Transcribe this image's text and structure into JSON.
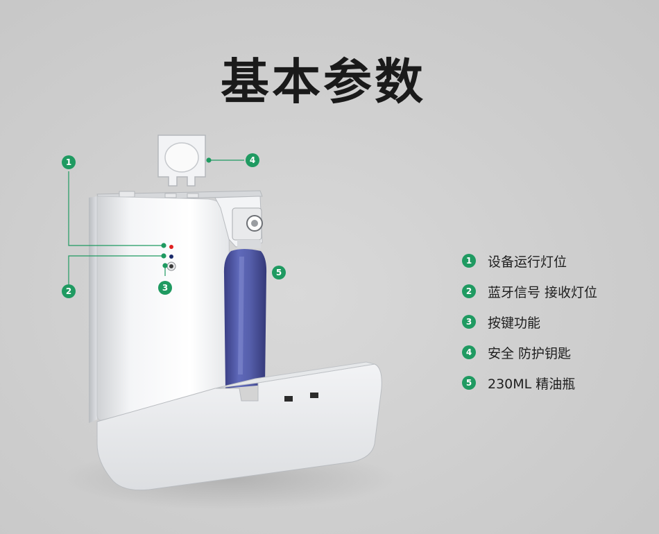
{
  "title": "基本参数",
  "callouts": [
    {
      "num": "1",
      "label": "设备运行灯位"
    },
    {
      "num": "2",
      "label": "蓝牙信号 接收灯位"
    },
    {
      "num": "3",
      "label": "按键功能"
    },
    {
      "num": "4",
      "label": "安全 防护钥匙"
    },
    {
      "num": "5",
      "label": "230ML 精油瓶"
    }
  ],
  "colors": {
    "accent": "#1f9a61",
    "indicator_red": "#e02020",
    "indicator_dark": "#1a2a6a"
  }
}
